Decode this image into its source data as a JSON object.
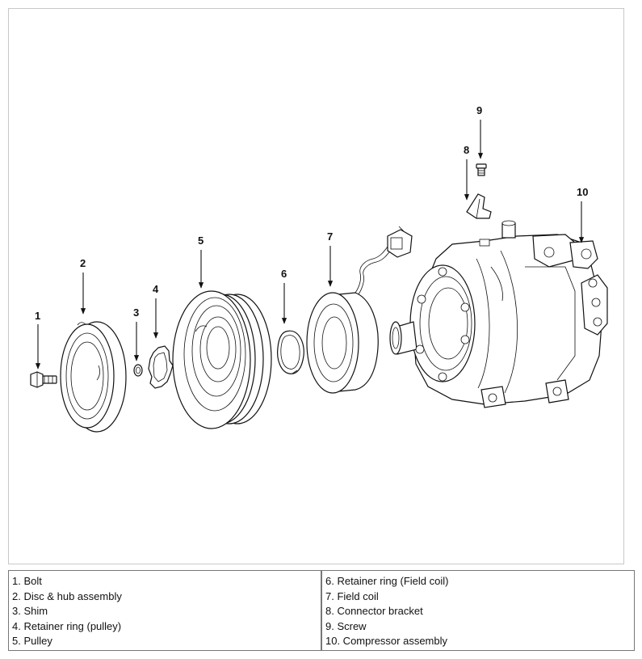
{
  "callouts": {
    "c1": "1",
    "c2": "2",
    "c3": "3",
    "c4": "4",
    "c5": "5",
    "c6": "6",
    "c7": "7",
    "c8": "8",
    "c9": "9",
    "c10": "10"
  },
  "legend": {
    "left": [
      "1. Bolt",
      "2. Disc & hub assembly",
      "3. Shim",
      "4. Retainer ring (pulley)",
      "5. Pulley"
    ],
    "right": [
      "6. Retainer ring (Field coil)",
      "7. Field coil",
      "8. Connector bracket",
      "9. Screw",
      "10. Compressor assembly"
    ]
  }
}
